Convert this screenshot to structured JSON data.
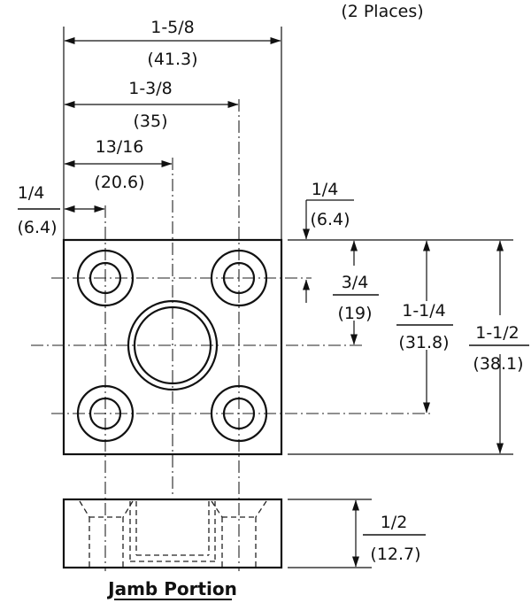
{
  "note_partial": "(2 Places)",
  "caption": "Jamb Portion",
  "dimensions": {
    "overall_width": {
      "imperial": "1-5/8",
      "metric": "(41.3)"
    },
    "hole_spacing_width": {
      "imperial": "1-3/8",
      "metric": "(35)"
    },
    "center_offset": {
      "imperial": "13/16",
      "metric": "(20.6)"
    },
    "edge_offset_left": {
      "imperial": "1/4",
      "metric": "(6.4)"
    },
    "edge_offset_top": {
      "imperial": "1/4",
      "metric": "(6.4)"
    },
    "center_from_top": {
      "imperial": "3/4",
      "metric": "(19)"
    },
    "hole_spacing_height": {
      "imperial": "1-1/4",
      "metric": "(31.8)"
    },
    "overall_height": {
      "imperial": "1-1/2",
      "metric": "(38.1)"
    },
    "thickness": {
      "imperial": "1/2",
      "metric": "(12.7)"
    }
  }
}
